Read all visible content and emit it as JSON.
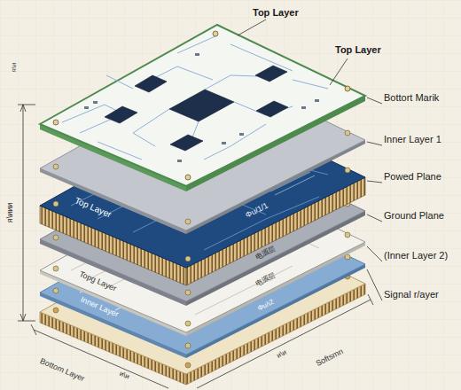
{
  "diagram": {
    "labels": [
      "Top Layer",
      "Top Layer",
      "Bottort Marik",
      "Inner Layer 1",
      "Powed Plane",
      "Ground Plane",
      "(Inner Layer 2)",
      "Signal r/ayer",
      "Top Layer",
      "Φu/1/1",
      "电源层",
      "Topg Layer",
      "电源层",
      "Inner Layer",
      "Φu/ι2",
      "ᴙ\\ᴎᴎᴎ",
      "ᴙ\\ᴎ",
      "Bottom Layer",
      "ᴎ\\ᴎ",
      "ᴎ\\ᴎ",
      "Softsmn"
    ]
  }
}
